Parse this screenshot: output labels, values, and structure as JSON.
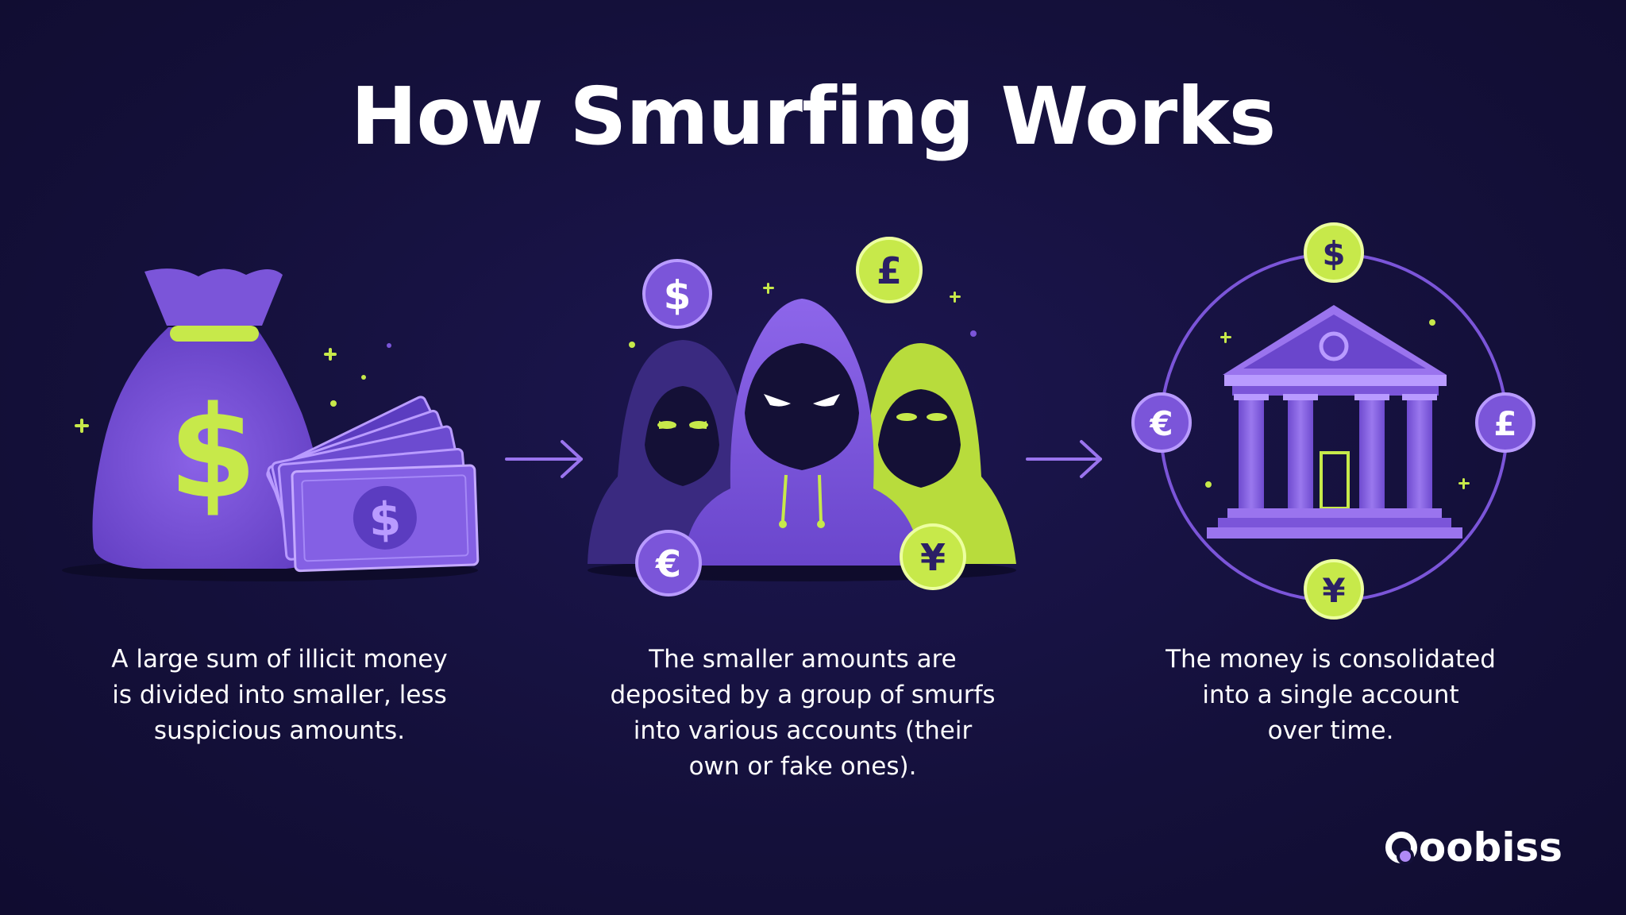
{
  "title": "How Smurfing Works",
  "colors": {
    "background": "#14103a",
    "purple": "#7b55d9",
    "purple_light": "#9a74ee",
    "lime": "#c7e94a",
    "white": "#ffffff"
  },
  "steps": [
    {
      "icon": "money-bag-with-banknotes",
      "caption": [
        "A large sum of illicit money",
        "is divided into smaller, less",
        "suspicious amounts."
      ]
    },
    {
      "icon": "hooded-smurfs-group",
      "caption": [
        "The smaller amounts are",
        "deposited by a group of smurfs",
        "into various accounts (their",
        "own or fake ones)."
      ]
    },
    {
      "icon": "bank-building-in-circle",
      "caption": [
        "The money is consolidated",
        "into a single account",
        "over time."
      ]
    }
  ],
  "currency_symbols": {
    "dollar": "$",
    "pound": "£",
    "euro": "€",
    "yen": "¥"
  },
  "brand": {
    "name": "oobiss",
    "logo_letter": "Q"
  }
}
